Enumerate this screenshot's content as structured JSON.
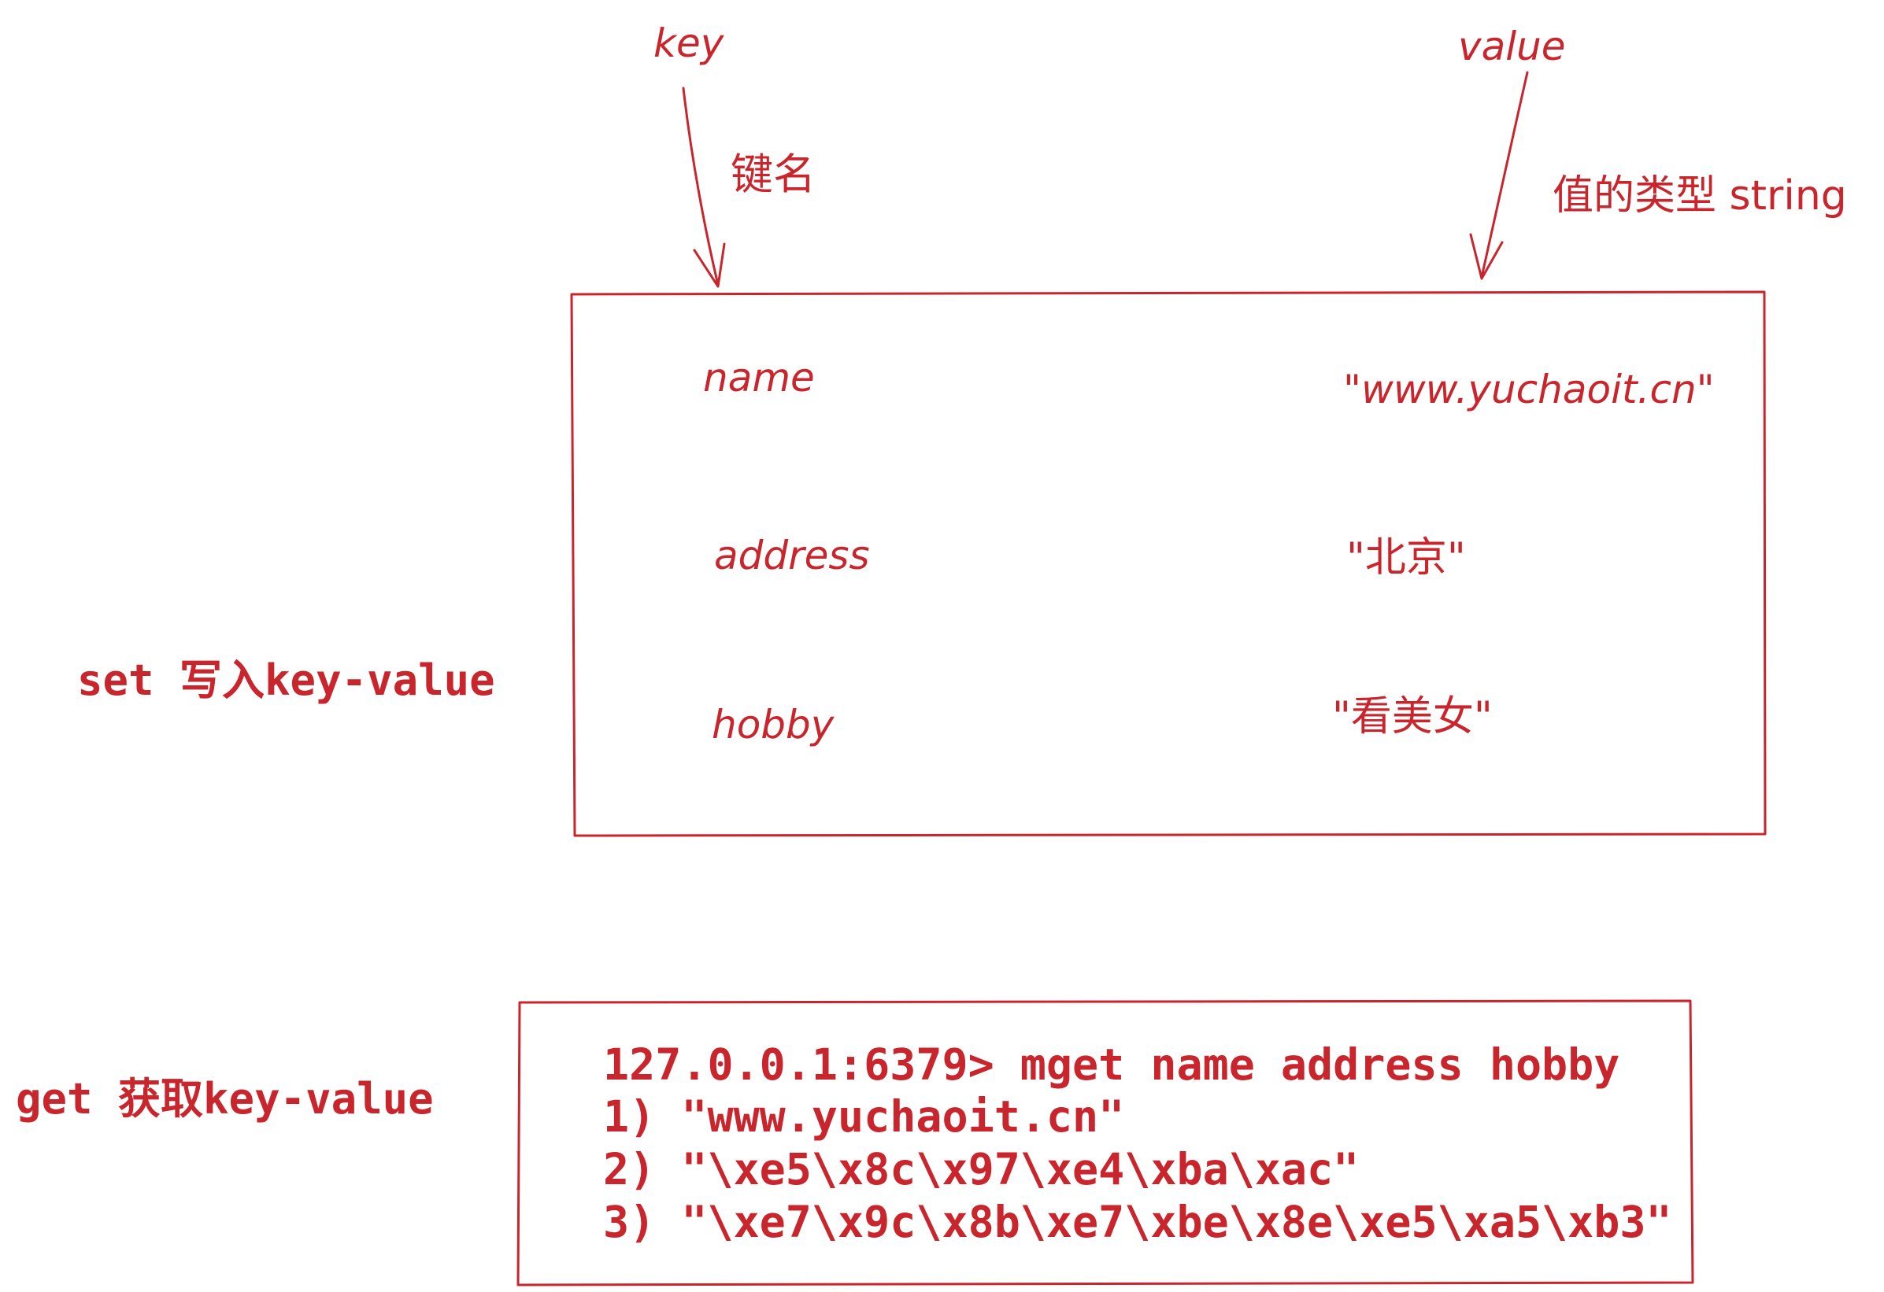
{
  "colors": {
    "ink": "#c9252c",
    "background": "#ffffff"
  },
  "labels": {
    "key": "key",
    "key_note": "键名",
    "value": "value",
    "value_note": "值的类型 string",
    "set_note": "set 写入key-value",
    "get_note": "get 获取key-value"
  },
  "entries": [
    {
      "key": "name",
      "value": "\"www.yuchaoit.cn\""
    },
    {
      "key": "address",
      "value": "\"北京\""
    },
    {
      "key": "hobby",
      "value": "\"看美女\""
    }
  ],
  "terminal": {
    "lines": [
      "127.0.0.1:6379> mget name address hobby",
      "1) \"www.yuchaoit.cn\"",
      "2) \"\\xe5\\x8c\\x97\\xe4\\xba\\xac\"",
      "3) \"\\xe7\\x9c\\x8b\\xe7\\xbe\\x8e\\xe5\\xa5\\xb3\""
    ]
  }
}
